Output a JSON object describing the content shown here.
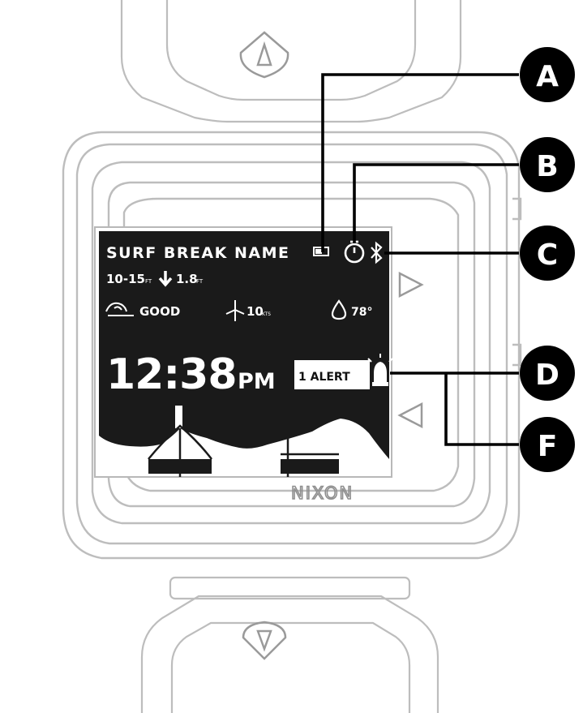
{
  "brand": "NIXON",
  "screen": {
    "spot_name": "SURF BREAK NAME",
    "wave_height": "10-15",
    "wave_height_unit": "FT",
    "tide_height": "1.8",
    "tide_unit": "FT",
    "conditions": "GOOD",
    "wind_speed": "10",
    "wind_unit": "KTS",
    "water_temp": "78°",
    "time": "12:38",
    "ampm": "PM",
    "alert": "1 ALERT"
  },
  "callouts": [
    {
      "letter": "A"
    },
    {
      "letter": "B"
    },
    {
      "letter": "C"
    },
    {
      "letter": "D"
    },
    {
      "letter": "F"
    }
  ],
  "colors": {
    "screen_bg": "#1a1a1a",
    "outline": "#b8b8b8",
    "ink": "#111111",
    "paper": "#ffffff"
  },
  "icons": [
    "battery-icon",
    "stopwatch-icon",
    "bluetooth-icon",
    "wave-icon",
    "wind-turbine-icon",
    "water-drop-icon",
    "alarm-icon",
    "tide-down-arrow-icon",
    "up-button-icon",
    "down-button-icon",
    "logo-icon"
  ]
}
